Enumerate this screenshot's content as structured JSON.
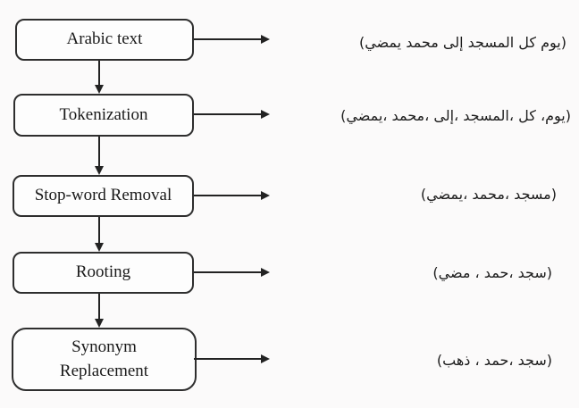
{
  "figure": {
    "background": "#fbfafa",
    "colors": {
      "box_border": "#2e2e2e",
      "box_fill": "#fdfdfd",
      "arrow": "#222222",
      "label_text": "#1a1a1a",
      "arabic_text": "#1c1c1c"
    },
    "steps": [
      {
        "label": "Arabic text",
        "output_tokens": [
          "(يمضي",
          "محمد",
          "إلى",
          "المسجد",
          "كل",
          "يوم)"
        ]
      },
      {
        "label": "Tokenization",
        "output_tokens": [
          "(يمضي،",
          "محمد،",
          "إلى،",
          "المسجد،",
          "كل",
          "،يوم)"
        ]
      },
      {
        "label": "Stop-word Removal",
        "output_tokens": [
          "(يمضي،",
          "محمد،",
          "مسجد)"
        ]
      },
      {
        "label": "Rooting",
        "output_tokens": [
          "(مضي",
          "،",
          "حمد،",
          "سجد)"
        ]
      },
      {
        "label": "Synonym Replacement",
        "output_tokens": [
          "(ذهب",
          "،",
          "حمد،",
          "سجد)"
        ]
      }
    ]
  }
}
